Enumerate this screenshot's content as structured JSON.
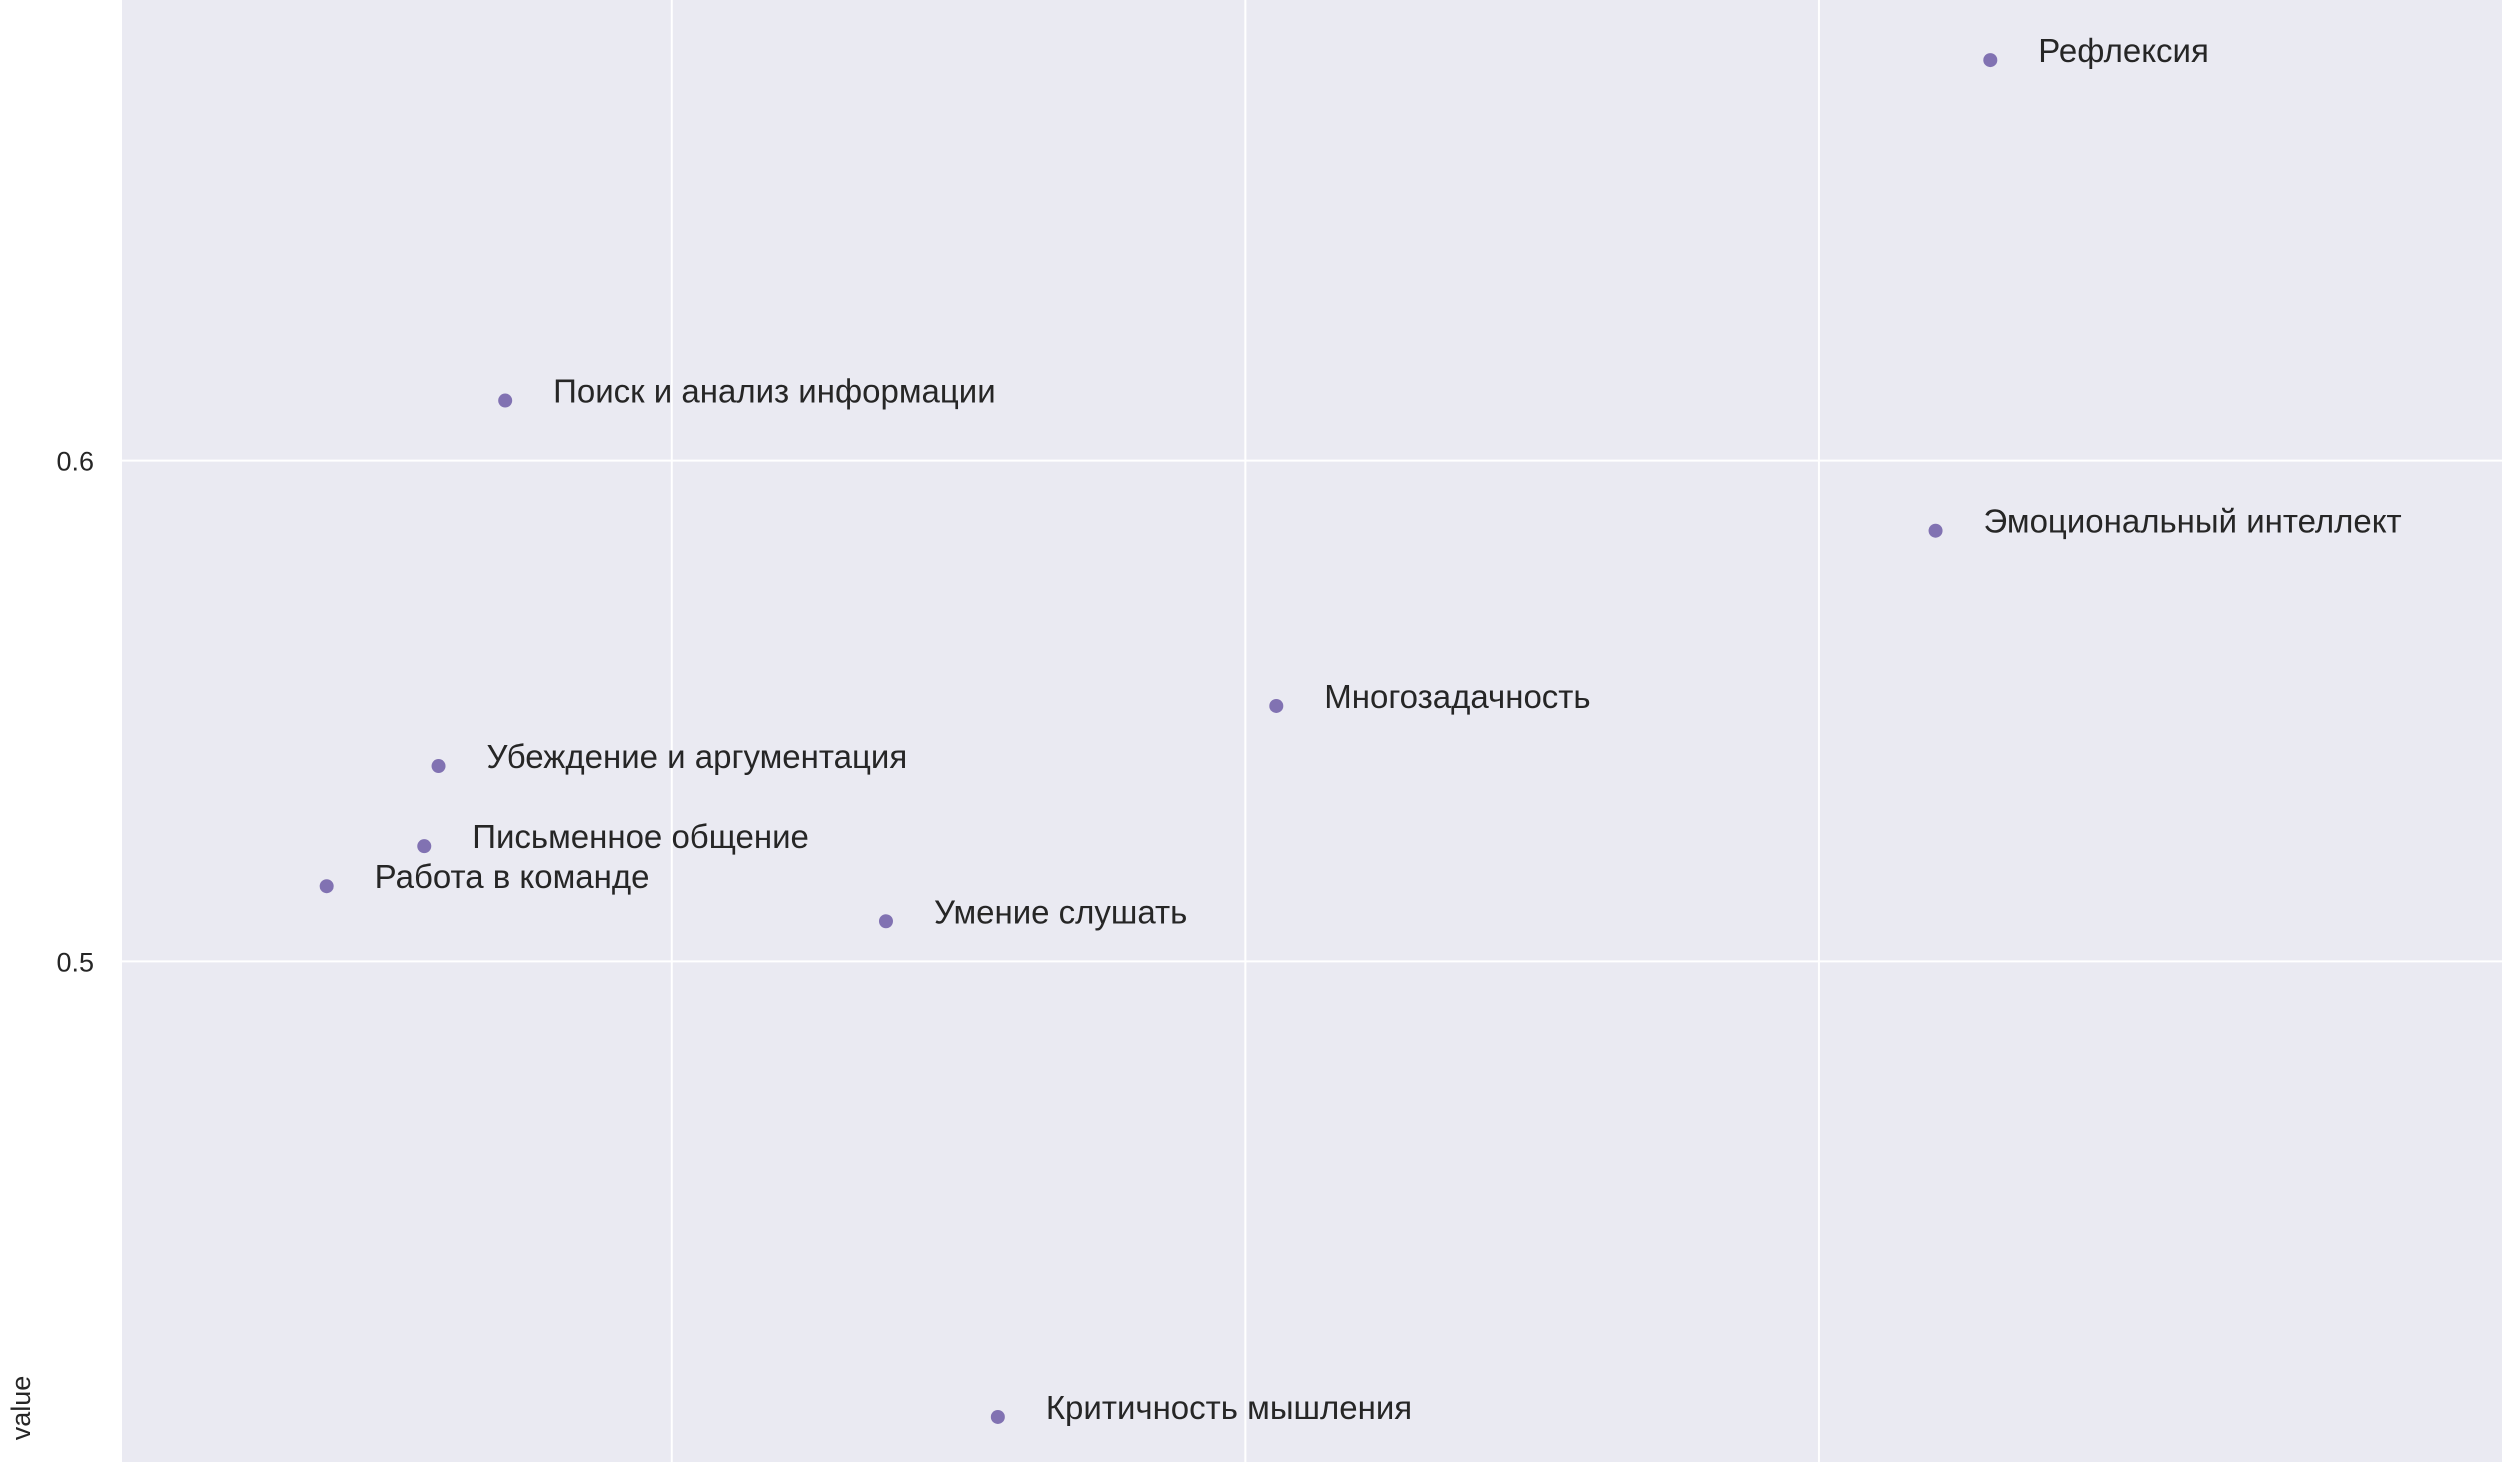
{
  "chart_data": {
    "type": "scatter",
    "title": "",
    "xlabel": "",
    "ylabel": "value",
    "xlim": [
      0,
      1
    ],
    "ylim": [
      0.4,
      0.692
    ],
    "x_gridlines": [
      0.231,
      0.472,
      0.713
    ],
    "y_ticks": [
      0.5,
      0.6
    ],
    "y_tick_labels": [
      "0.5",
      "0.6"
    ],
    "grid": true,
    "point_color": "#8172b2",
    "background_color": "#eaeaf2",
    "grid_color": "#ffffff",
    "points": [
      {
        "label": "Рефлексия",
        "x": 0.785,
        "y": 0.68
      },
      {
        "label": "Поиск и анализ информации",
        "x": 0.161,
        "y": 0.612
      },
      {
        "label": "Эмоциональный интеллект",
        "x": 0.762,
        "y": 0.586
      },
      {
        "label": "Многозадачность",
        "x": 0.485,
        "y": 0.551
      },
      {
        "label": "Убеждение и аргументация",
        "x": 0.133,
        "y": 0.539
      },
      {
        "label": "Письменное общение",
        "x": 0.127,
        "y": 0.523
      },
      {
        "label": "Работа в команде",
        "x": 0.086,
        "y": 0.515
      },
      {
        "label": "Умение слушать",
        "x": 0.321,
        "y": 0.508
      },
      {
        "label": "Критичность мышления",
        "x": 0.368,
        "y": 0.409
      }
    ]
  }
}
